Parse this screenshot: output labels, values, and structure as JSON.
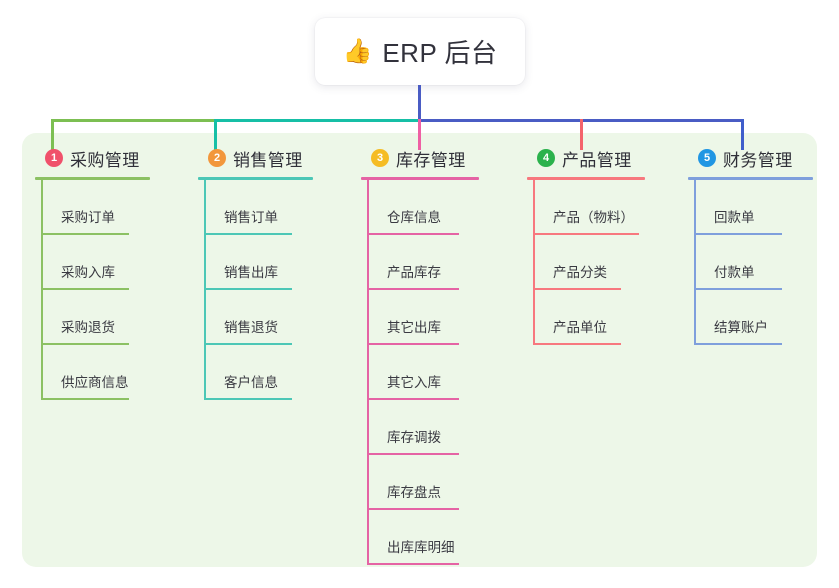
{
  "diagram": {
    "title": "ERP 后台",
    "root": {
      "icon": "thumbs-up-emoji",
      "emoji": "👍",
      "label": "ERP 后台"
    },
    "panel_color": "#edf7e8",
    "trunk_color": "#4a5cc4",
    "columns": [
      {
        "number": "1",
        "title": "采购管理",
        "badge_color": "#f0516b",
        "line_color": "#8cc163",
        "stub_color": "#7cbf52",
        "bar_color": "#7cbf52",
        "items": [
          {
            "label": "采购订单"
          },
          {
            "label": "采购入库"
          },
          {
            "label": "采购退货"
          },
          {
            "label": "供应商信息"
          }
        ]
      },
      {
        "number": "2",
        "title": "销售管理",
        "badge_color": "#f2973c",
        "line_color": "#4cc7b6",
        "stub_color": "#16bfa6",
        "bar_color": "#16bfa6",
        "items": [
          {
            "label": "销售订单"
          },
          {
            "label": "销售出库"
          },
          {
            "label": "销售退货"
          },
          {
            "label": "客户信息"
          }
        ]
      },
      {
        "number": "3",
        "title": "库存管理",
        "badge_color": "#f5bc24",
        "line_color": "#e563a4",
        "stub_color": "#ef5fa4",
        "bar_color": "#4a5cc4",
        "items": [
          {
            "label": "仓库信息"
          },
          {
            "label": "产品库存"
          },
          {
            "label": "其它出库"
          },
          {
            "label": "其它入库"
          },
          {
            "label": "库存调拨"
          },
          {
            "label": "库存盘点"
          },
          {
            "label": "出库库明细"
          }
        ]
      },
      {
        "number": "4",
        "title": "产品管理",
        "badge_color": "#2bb24c",
        "line_color": "#f7787e",
        "stub_color": "#f4636c",
        "bar_color": "#4a5cc4",
        "items": [
          {
            "label": "产品（物料）"
          },
          {
            "label": "产品分类"
          },
          {
            "label": "产品单位"
          }
        ]
      },
      {
        "number": "5",
        "title": "财务管理",
        "badge_color": "#2196e3",
        "line_color": "#7f9fdc",
        "stub_color": "#3f5ecb",
        "bar_color": "#4a5cc4",
        "items": [
          {
            "label": "回款单"
          },
          {
            "label": "付款单"
          },
          {
            "label": "结算账户"
          }
        ]
      }
    ]
  }
}
